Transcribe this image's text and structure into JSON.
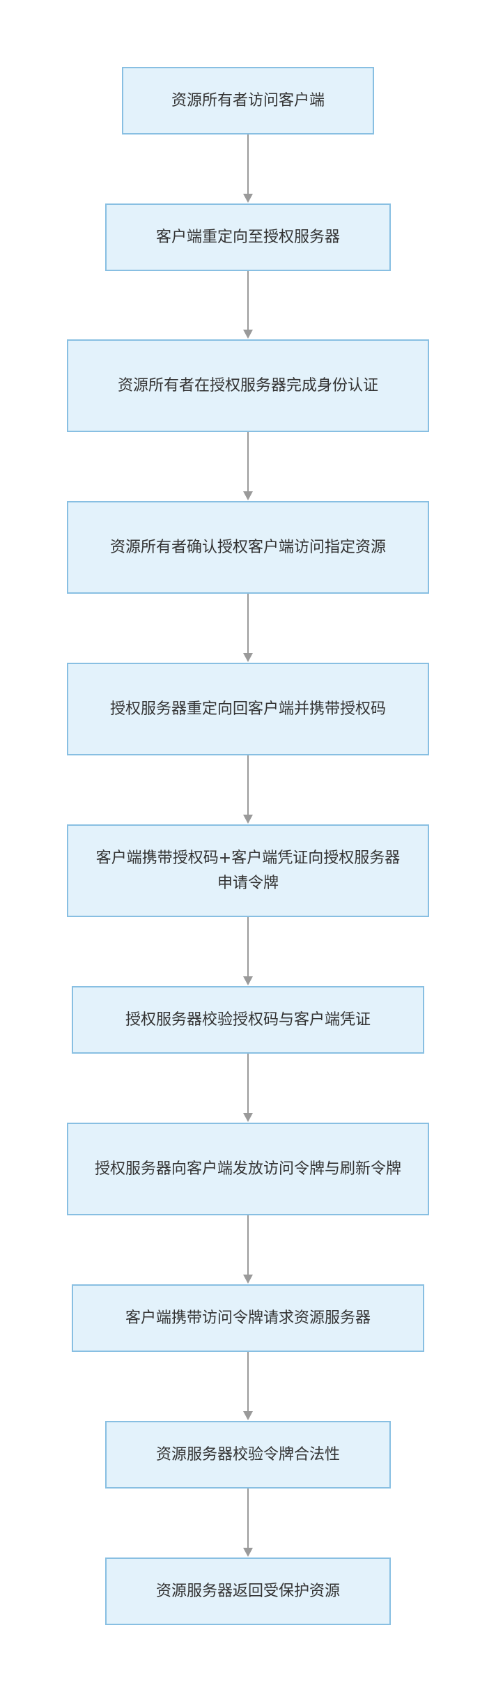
{
  "flowchart": {
    "steps": [
      "资源所有者访问客户端",
      "客户端重定向至授权服务器",
      "资源所有者在授权服务器完成身份认证",
      "资源所有者确认授权客户端访问指定资源",
      "授权服务器重定向回客户端并携带授权码",
      "客户端携带授权码+客户端凭证向授权服务器申请令牌",
      "授权服务器校验授权码与客户端凭证",
      "授权服务器向客户端发放访问令牌与刷新令牌",
      "客户端携带访问令牌请求资源服务器",
      "资源服务器校验令牌合法性",
      "资源服务器返回受保护资源"
    ],
    "colors": {
      "node_fill": "#e3f2fb",
      "node_border": "#88bfe2",
      "text": "#333333",
      "connector": "#9a9a9a"
    }
  }
}
